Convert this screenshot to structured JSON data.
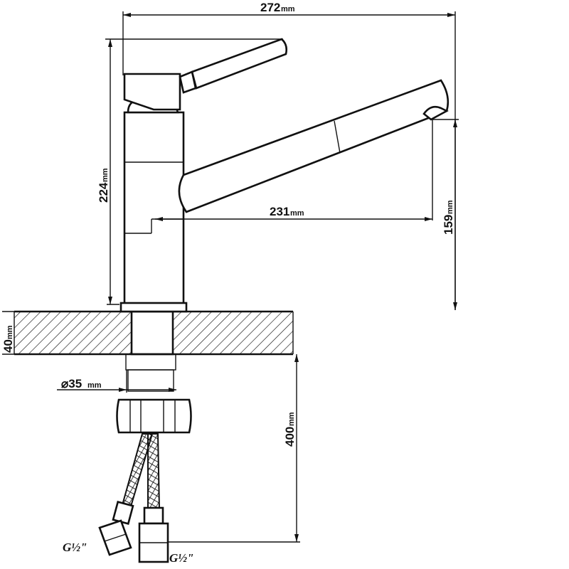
{
  "dimensions": {
    "total_length": {
      "value": "272",
      "unit": "mm"
    },
    "height": {
      "value": "224",
      "unit": "mm"
    },
    "spout_reach": {
      "value": "231",
      "unit": "mm"
    },
    "spout_height": {
      "value": "159",
      "unit": "mm"
    },
    "deck_thickness": {
      "value": "40",
      "unit": "mm"
    },
    "hole_diameter": {
      "value": "⌀35",
      "unit": "mm"
    },
    "hose_length": {
      "value": "400",
      "unit": "mm"
    }
  },
  "connections": {
    "left_thread": "G½\"",
    "right_thread": "G½\""
  }
}
